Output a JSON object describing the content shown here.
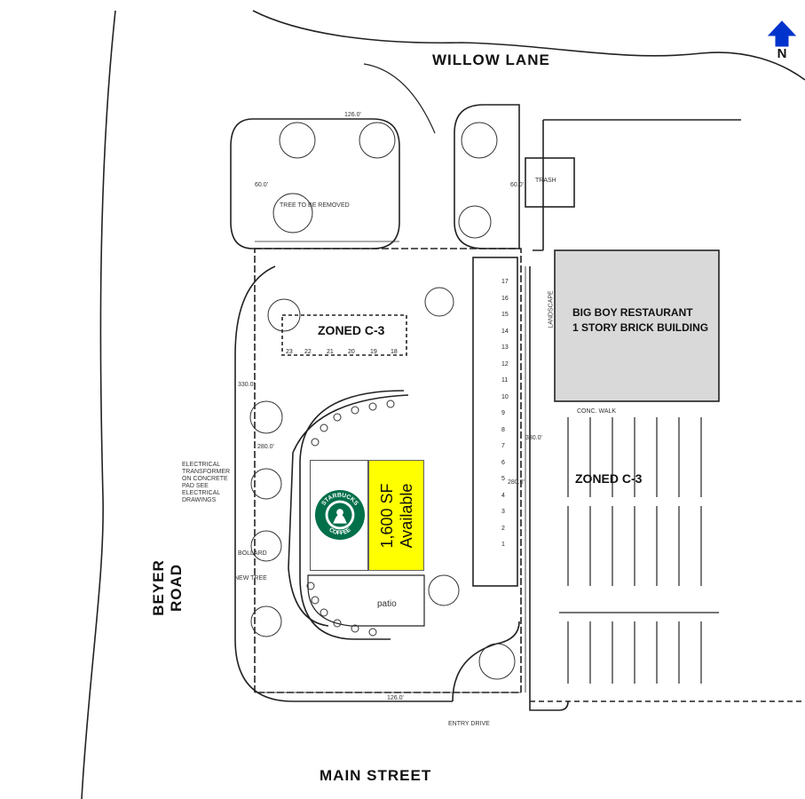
{
  "streets": {
    "north": "WILLOW LANE",
    "south": "MAIN STREET",
    "west": "BEYER ROAD"
  },
  "compass": {
    "label": "N",
    "color": "#0033cc"
  },
  "zones": {
    "site": "ZONED C-3",
    "east": "ZONED C-3"
  },
  "neighbor": {
    "line1": "BIG BOY RESTAURANT",
    "line2": "1 STORY BRICK BUILDING"
  },
  "available": {
    "line1": "1,600 SF",
    "line2": "Available",
    "color": "#ffff00"
  },
  "starbucks": {
    "top_text": "STARBUCKS",
    "bottom_text": "COFFEE",
    "color": "#00704a"
  },
  "annotations": {
    "dim_top": "126.0'",
    "dim_bottom": "126.0'",
    "dim_east": "330.0'",
    "dim_east2": "280.0'",
    "dim_west": "330.0'",
    "dim_west2": "280.0'",
    "dim_north_left": "60.0'",
    "dim_north_right": "60.0'",
    "patio": "patio",
    "trash": "TRASH",
    "bollard": "BOLLARD",
    "new_tree": "NEW TREE",
    "tree_removed": "TREE TO BE REMOVED",
    "landscape": "LANDSCAPE",
    "conc_walk": "CONC. WALK",
    "entry_drive": "ENTRY DRIVE",
    "transformer": "ELECTRICAL TRANSFORMER ON CONCRETE PAD SEE ELECTRICAL DRAWINGS"
  },
  "parking_numbers": [
    "23",
    "22",
    "21",
    "20",
    "19",
    "18",
    "17",
    "16",
    "15",
    "14",
    "13",
    "12",
    "11",
    "10",
    "9",
    "8",
    "7",
    "6",
    "5",
    "4",
    "3",
    "2",
    "1"
  ]
}
